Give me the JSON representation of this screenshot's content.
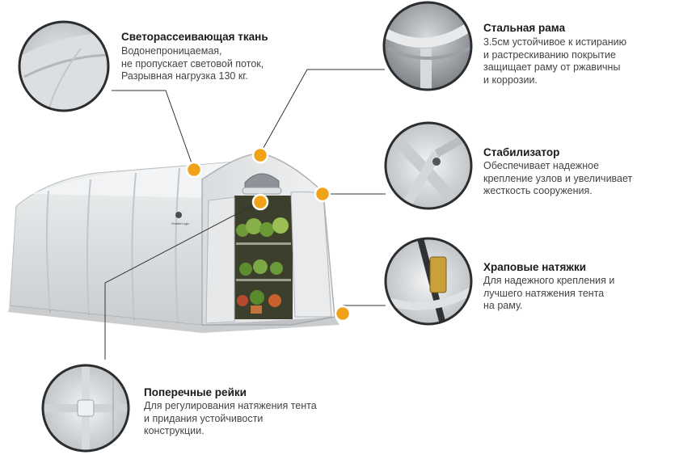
{
  "colors": {
    "marker": "#f0a21a",
    "line": "#333333",
    "tent": "#e4e6e7"
  },
  "logo_text": "ShelterLogic",
  "features": {
    "fabric": {
      "title": "Светорассеивающая ткань",
      "text": "Водонепроницаемая,\nне пропускает  световой поток,\nРазрывная нагрузка 130 кг."
    },
    "frame": {
      "title": "Стальная рама",
      "text": "3.5см устойчивое к истиранию\nи растрескиванию покрытие\nзащищает раму от ржавичны\nи коррозии."
    },
    "stabilizer": {
      "title": "Стабилизатор",
      "text": "Обеспечивает надежное\nкрепление узлов и увеличивает\nжесткость сооружения."
    },
    "ratchet": {
      "title": "Храповые натяжки",
      "text": "Для надежного крепления и\nлучшего натяжения тента\nна раму."
    },
    "rails": {
      "title": "Поперечные рейки",
      "text": "Для регулирования натяжения тента\nи придания устойчивости\nконструкции."
    }
  }
}
